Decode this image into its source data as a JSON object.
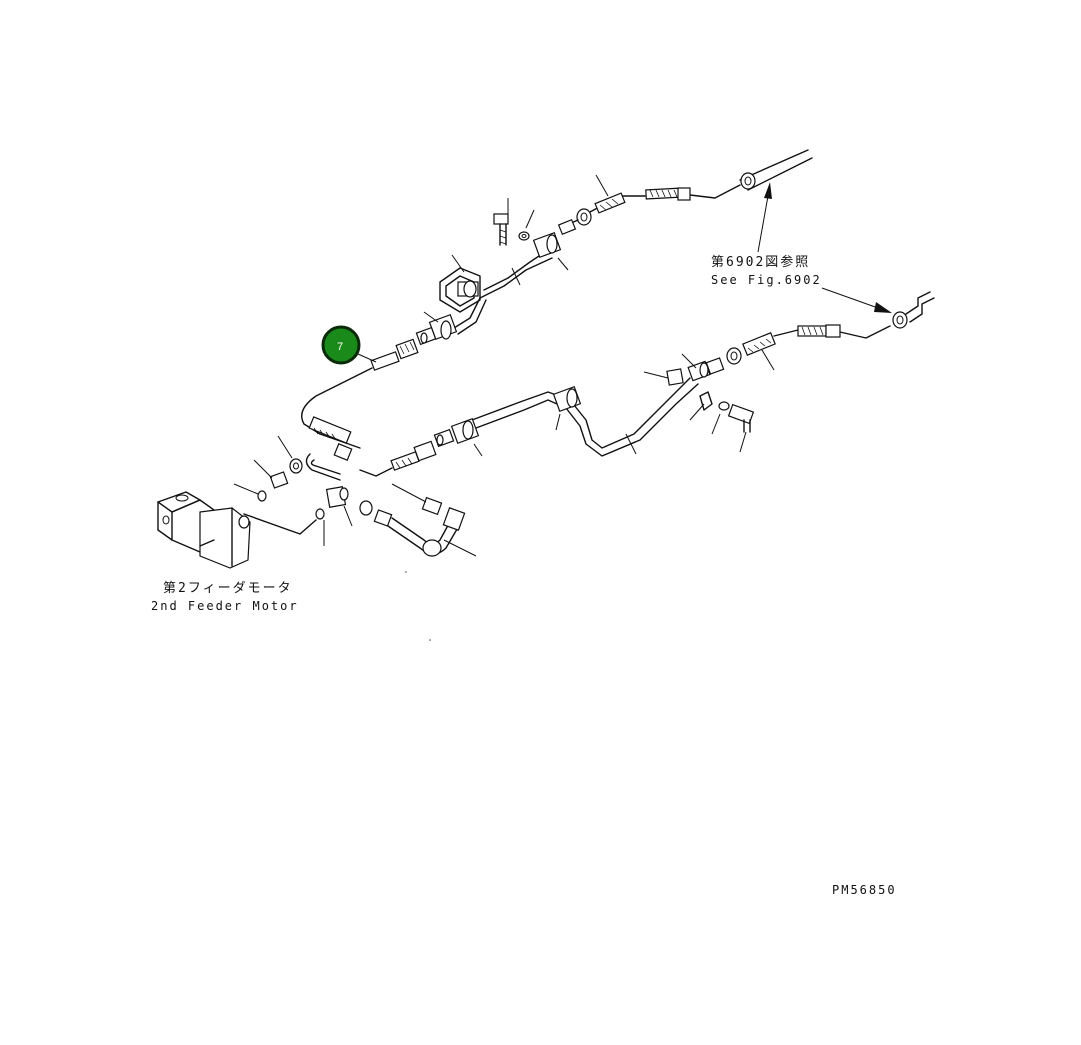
{
  "diagram": {
    "callout_number": "7",
    "callout_color": "#1a8a1a",
    "callout_border": "#0a2a0a",
    "ref_label_jp": "第6902図参照",
    "ref_label_en": "See Fig.6902",
    "motor_label_jp": "第2フィーダモータ",
    "motor_label_en": "2nd Feeder Motor",
    "drawing_code": "PM56850"
  }
}
